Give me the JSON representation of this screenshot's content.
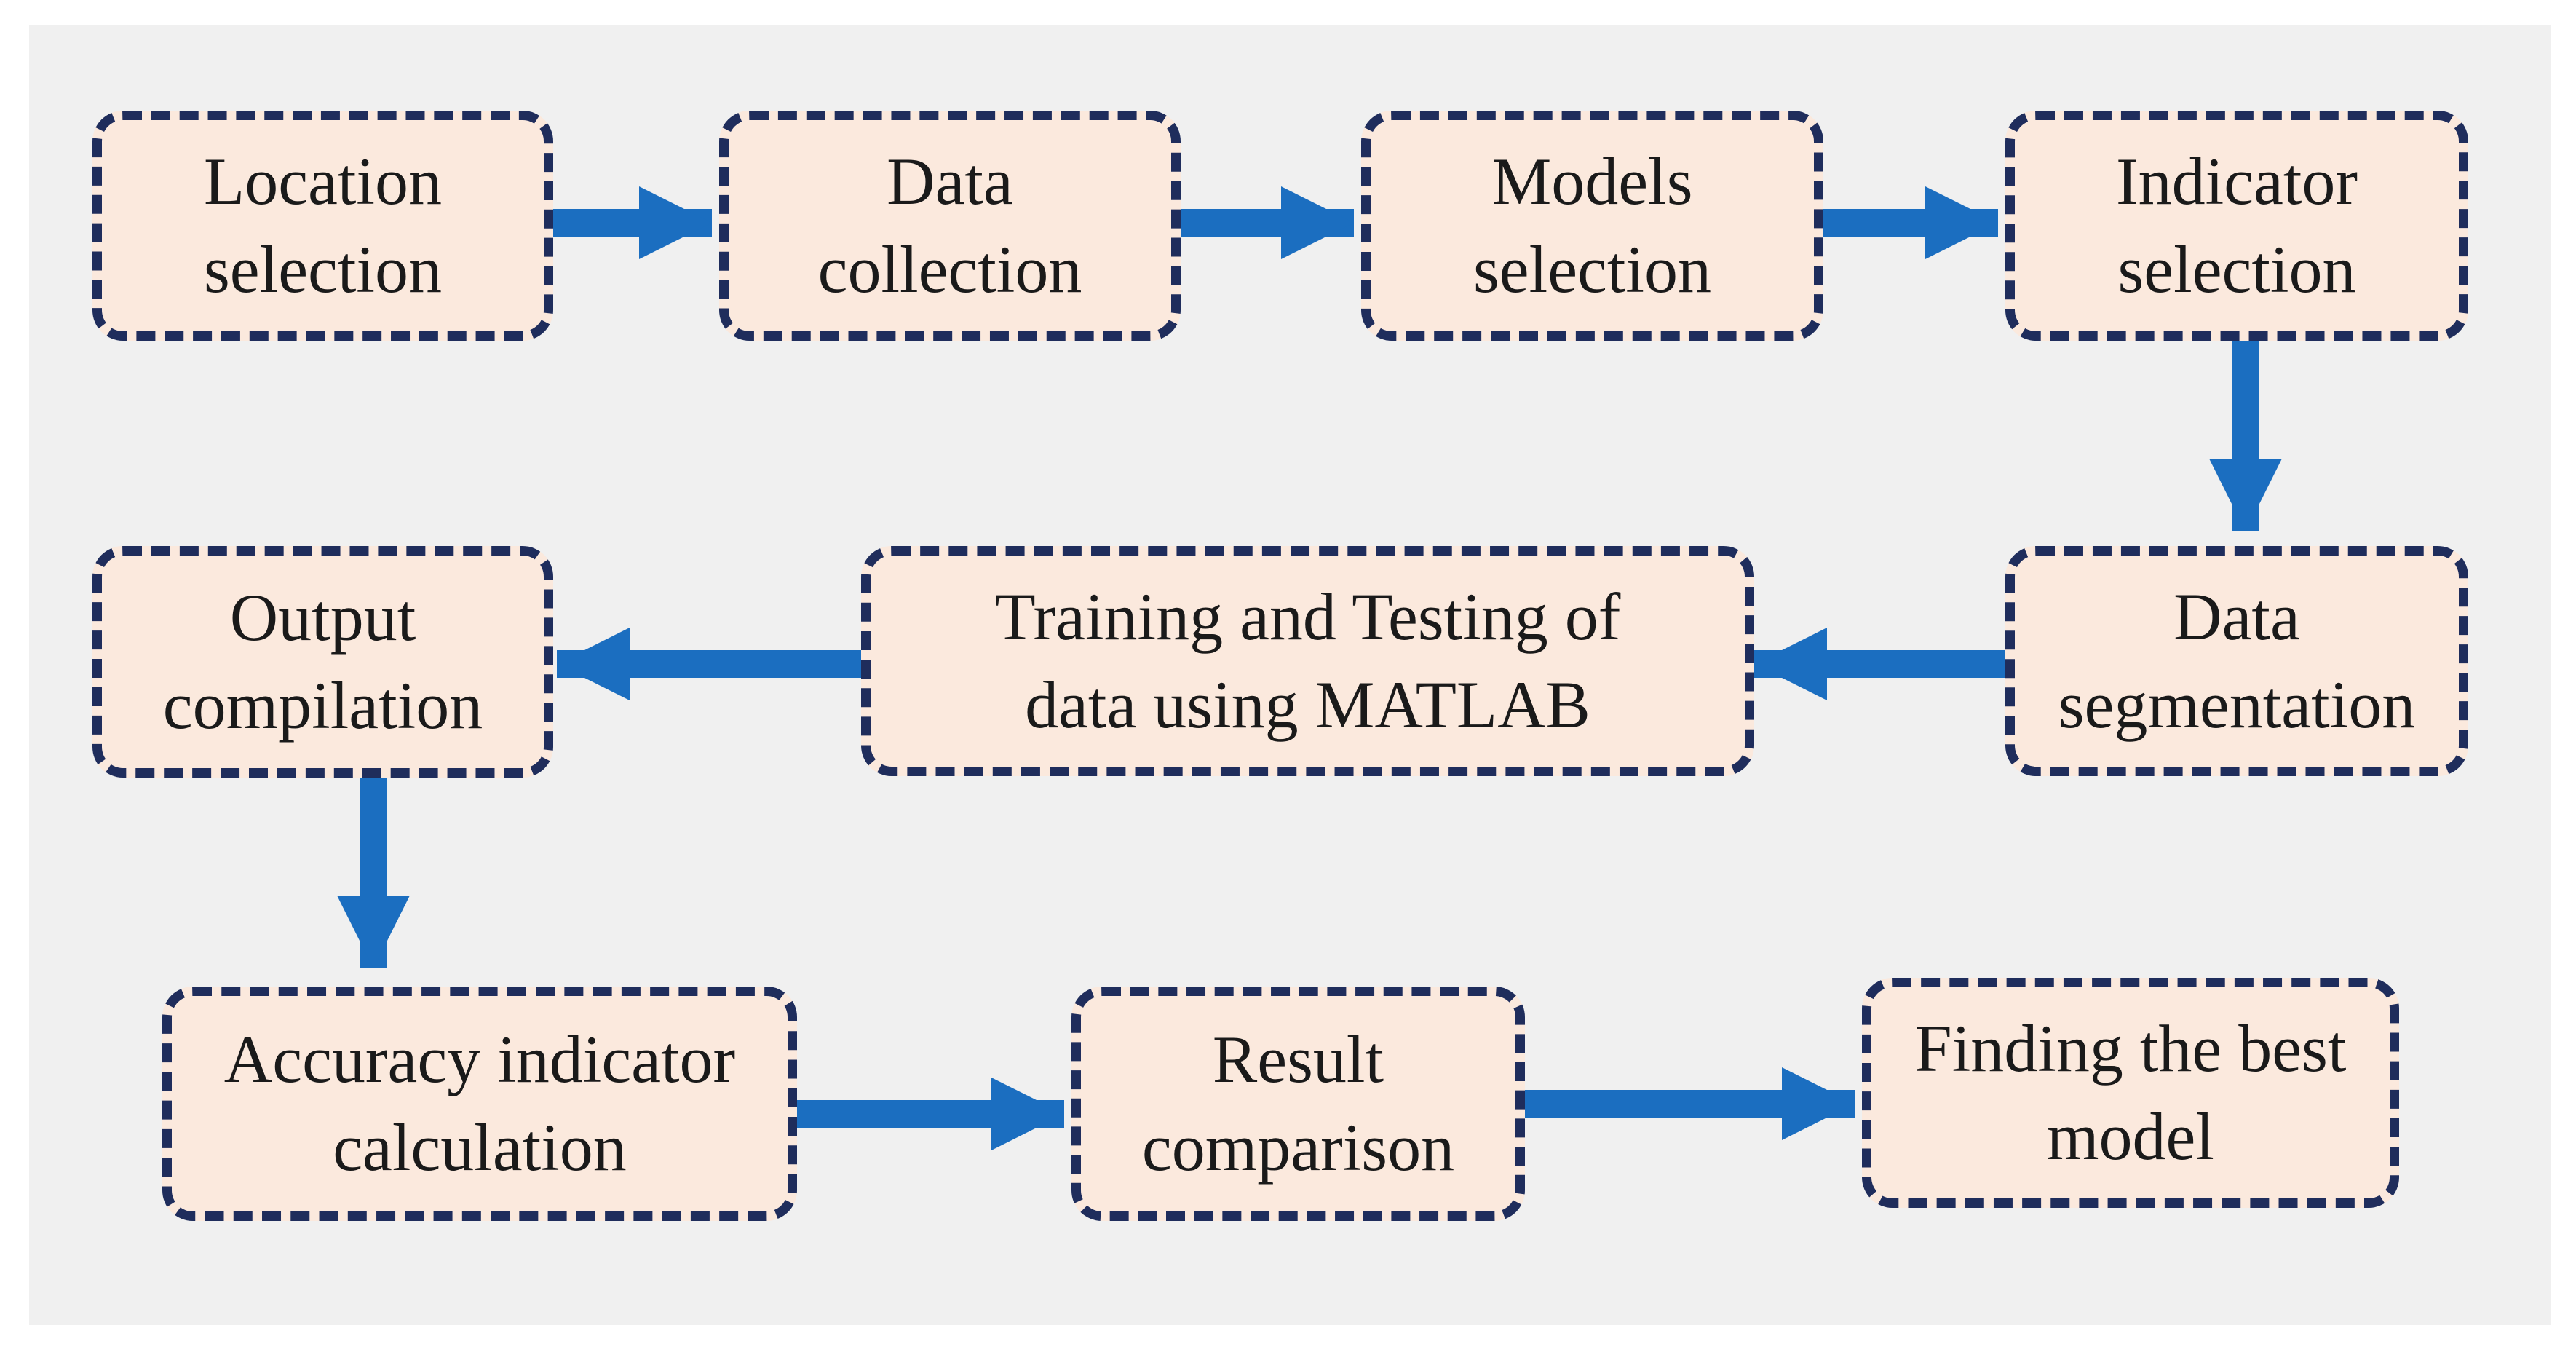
{
  "colors": {
    "background": "#f0f0f0",
    "box_fill": "#fbe9dd",
    "box_border": "#1f2d5c",
    "arrow": "#1b6ec0",
    "text": "#1a1a1a"
  },
  "nodes": {
    "location_selection": "Location\nselection",
    "data_collection": "Data\ncollection",
    "models_selection": "Models\nselection",
    "indicator_selection": "Indicator\nselection",
    "data_segmentation": "Data\nsegmentation",
    "training_testing": "Training and Testing of\ndata using MATLAB",
    "output_compilation": "Output\ncompilation",
    "accuracy_indicator_calculation": "Accuracy indicator\ncalculation",
    "result_comparison": "Result\ncomparison",
    "finding_best_model": "Finding the best\nmodel"
  },
  "edges": [
    {
      "from": "location_selection",
      "to": "data_collection"
    },
    {
      "from": "data_collection",
      "to": "models_selection"
    },
    {
      "from": "models_selection",
      "to": "indicator_selection"
    },
    {
      "from": "indicator_selection",
      "to": "data_segmentation"
    },
    {
      "from": "data_segmentation",
      "to": "training_testing"
    },
    {
      "from": "training_testing",
      "to": "output_compilation"
    },
    {
      "from": "output_compilation",
      "to": "accuracy_indicator_calculation"
    },
    {
      "from": "accuracy_indicator_calculation",
      "to": "result_comparison"
    },
    {
      "from": "result_comparison",
      "to": "finding_best_model"
    }
  ]
}
